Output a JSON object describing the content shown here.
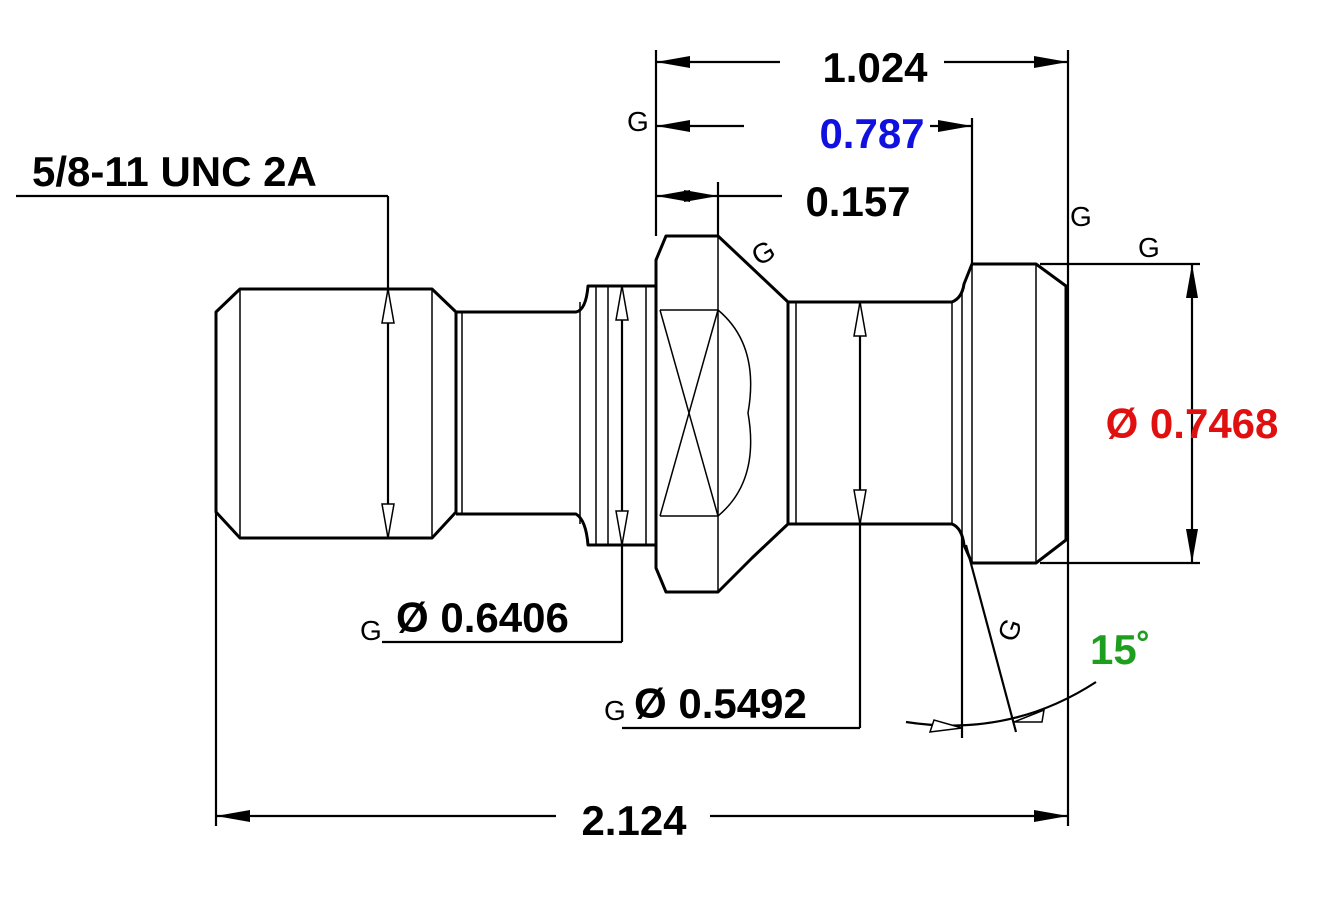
{
  "drawing": {
    "thread_spec": "5/8-11 UNC 2A",
    "dim_overall_length": "2.124",
    "dim_length_1": "1.024",
    "dim_length_2": "0.787",
    "dim_length_3": "0.157",
    "dim_dia_large": "Ø 0.7468",
    "dim_dia_collar": "Ø 0.6406",
    "dim_dia_neck": "Ø 0.5492",
    "dim_angle": "15˚",
    "gd_symbol": "G"
  },
  "colors": {
    "line": "#000000",
    "dim_0787": "#1010e0",
    "dim_07468": "#e01010",
    "dim_angle": "#1e9e1e"
  }
}
